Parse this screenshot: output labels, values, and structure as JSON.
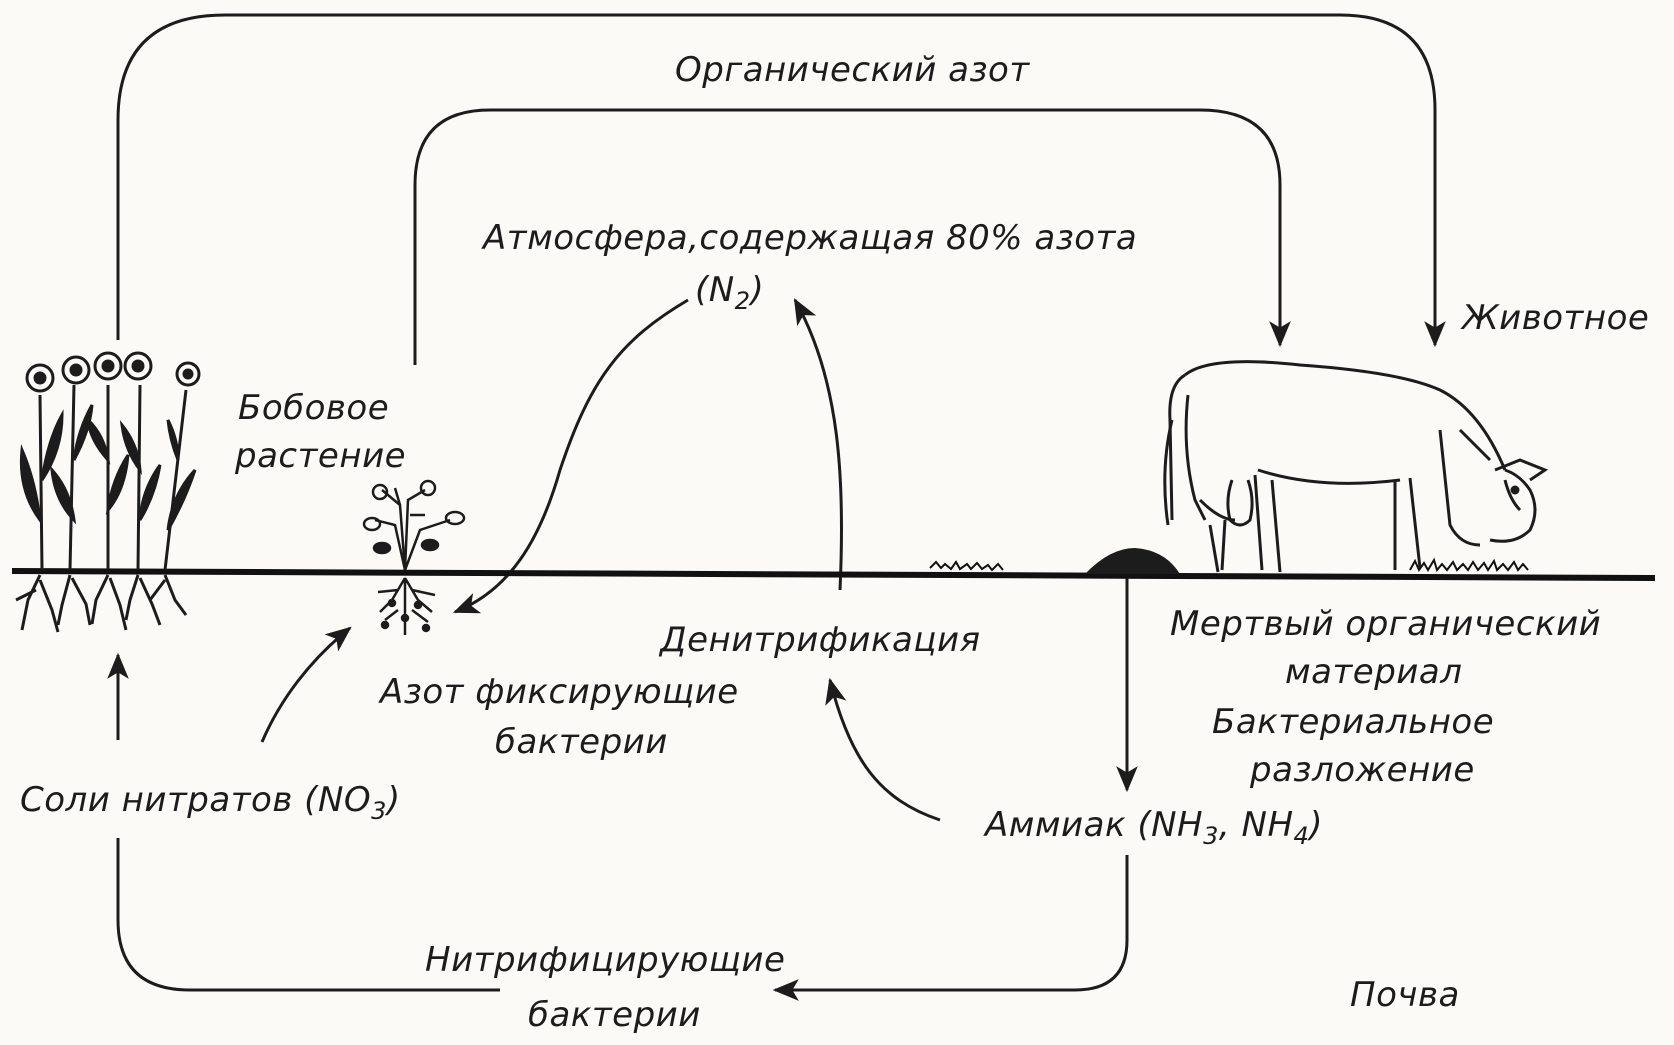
{
  "labels": {
    "organic_nitrogen": "Органический азот",
    "atmosphere": "Атмосфера,содержащая 80% азота",
    "atmosphere_formula": "(N",
    "atmosphere_formula_sub": "2",
    "atmosphere_formula_end": ")",
    "animal": "Животное",
    "legume_line1": "Бобовое",
    "legume_line2": "растение",
    "dead_organic_line1": "Мертвый органический",
    "dead_organic_line2": "материал",
    "bacterial_decomp_line1": "Бактериальное",
    "bacterial_decomp_line2": "разложение",
    "denitrification": "Денитрификация",
    "nitrogen_fixing_line1": "Азот фиксирующие",
    "nitrogen_fixing_line2": "бактерии",
    "nitrate_salts": "Соли нитратов (NO",
    "nitrate_salts_sub": "3",
    "nitrate_salts_end": ")",
    "ammonia": "Аммиак (NH",
    "ammonia_sub1": "3",
    "ammonia_mid": ", NH",
    "ammonia_sub2": "4",
    "ammonia_end": ")",
    "nitrifying_line1": "Нитрифицирующие",
    "nitrifying_line2": "бактерии",
    "soil": "Почва"
  }
}
